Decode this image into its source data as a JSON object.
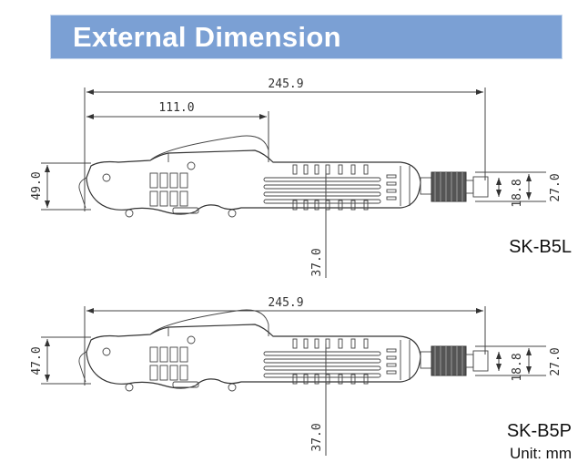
{
  "header": {
    "title": "External Dimension",
    "color": "#7ba0d4"
  },
  "drawings": [
    {
      "model": "SK-B5L",
      "overall_length": "245.9",
      "clip_length": "111.0",
      "height": "49.0",
      "center_offset": "37.0",
      "plug_inner": "18.8",
      "plug_outer": "27.0"
    },
    {
      "model": "SK-B5P",
      "overall_length": "245.9",
      "height": "47.0",
      "center_offset": "37.0",
      "plug_inner": "18.8",
      "plug_outer": "27.0"
    }
  ],
  "unit_label": "Unit: mm"
}
